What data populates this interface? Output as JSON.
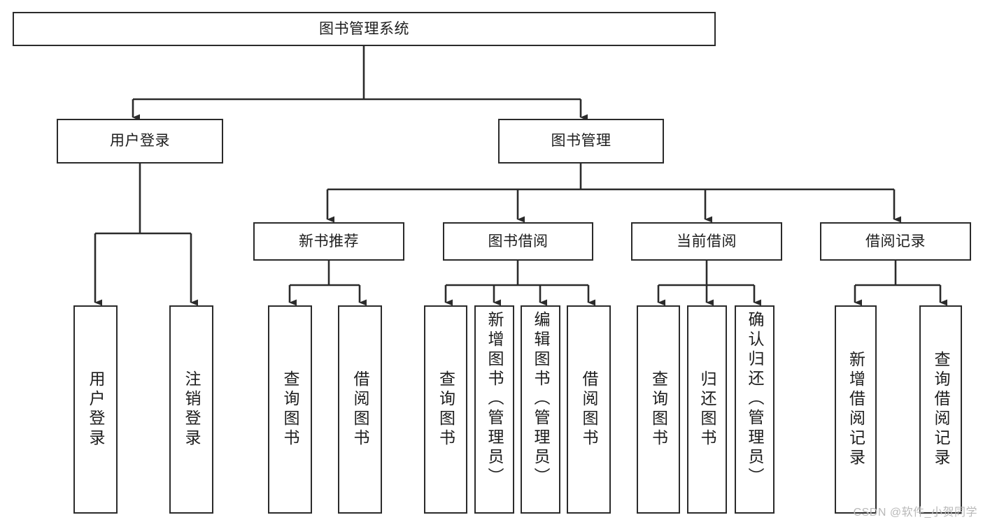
{
  "diagram": {
    "type": "tree-hierarchy",
    "title": "图书管理系统",
    "watermark": "CSDN @软件_小贺同学",
    "colors": {
      "background": "#ffffff",
      "stroke": "#2b2b2b",
      "text": "#1d1d1d",
      "watermark": "#b9b9b9"
    },
    "nodes": {
      "root": {
        "label": "图书管理系统",
        "orientation": "horizontal"
      },
      "level1": [
        {
          "id": "user-login",
          "label": "用户登录",
          "orientation": "horizontal"
        },
        {
          "id": "book-management",
          "label": "图书管理",
          "orientation": "horizontal"
        }
      ],
      "level2": [
        {
          "id": "new-book-recommend",
          "label": "新书推荐",
          "orientation": "horizontal",
          "parent": "book-management"
        },
        {
          "id": "book-borrow",
          "label": "图书借阅",
          "orientation": "horizontal",
          "parent": "book-management"
        },
        {
          "id": "current-borrow",
          "label": "当前借阅",
          "orientation": "horizontal",
          "parent": "book-management"
        },
        {
          "id": "borrow-record",
          "label": "借阅记录",
          "orientation": "horizontal",
          "parent": "book-management"
        }
      ],
      "leaves": [
        {
          "id": "leaf-user-login",
          "label": "用户登录",
          "parent": "user-login"
        },
        {
          "id": "leaf-logout-login",
          "label": "注销登录",
          "parent": "user-login"
        },
        {
          "id": "leaf-query-book-1",
          "label": "查询图书",
          "parent": "new-book-recommend"
        },
        {
          "id": "leaf-borrow-book-1",
          "label": "借阅图书",
          "parent": "new-book-recommend"
        },
        {
          "id": "leaf-query-book-2",
          "label": "查询图书",
          "parent": "book-borrow"
        },
        {
          "id": "leaf-add-book",
          "label": "新增图书（管理员）",
          "parent": "book-borrow"
        },
        {
          "id": "leaf-edit-book",
          "label": "编辑图书（管理员）",
          "parent": "book-borrow"
        },
        {
          "id": "leaf-borrow-book-2",
          "label": "借阅图书",
          "parent": "book-borrow"
        },
        {
          "id": "leaf-query-book-3",
          "label": "查询图书",
          "parent": "current-borrow"
        },
        {
          "id": "leaf-return-book",
          "label": "归还图书",
          "parent": "current-borrow"
        },
        {
          "id": "leaf-confirm-return",
          "label": "确认归还（管理员）",
          "parent": "current-borrow"
        },
        {
          "id": "leaf-add-record",
          "label": "新增借阅记录",
          "parent": "borrow-record"
        },
        {
          "id": "leaf-query-record",
          "label": "查询借阅记录",
          "parent": "borrow-record"
        }
      ]
    }
  }
}
